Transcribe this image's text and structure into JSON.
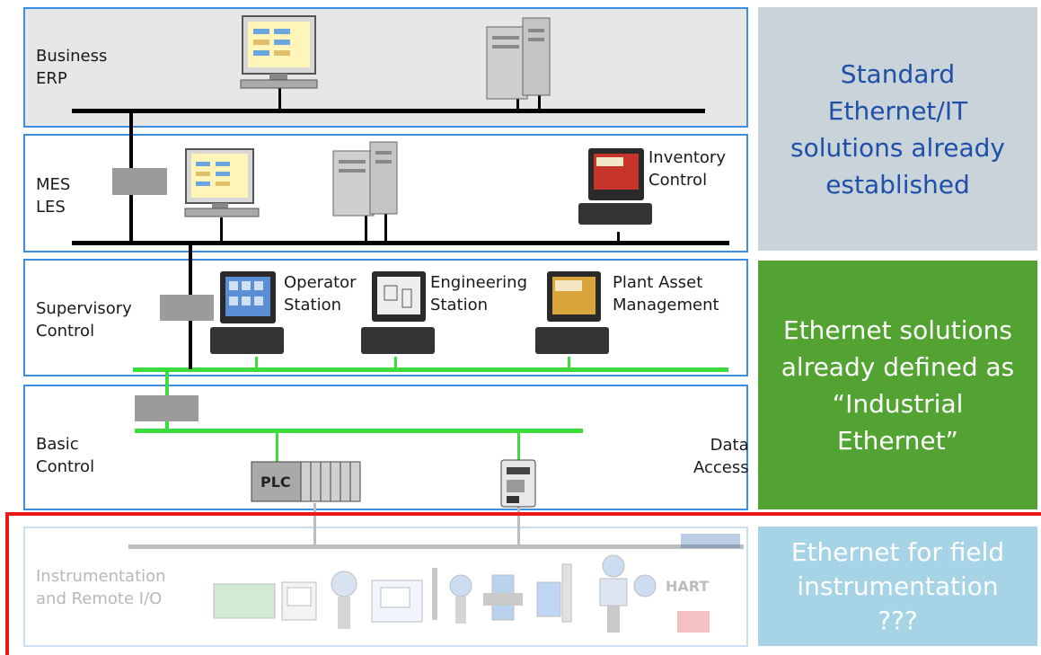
{
  "layers": {
    "business": {
      "label": "Business\nERP"
    },
    "mes": {
      "label": "MES\nLES",
      "device_label": "Inventory\nControl"
    },
    "supervisory": {
      "label": "Supervisory\nControl",
      "stations": [
        "Operator\nStation",
        "Engineering\nStation",
        "Plant Asset\nManagement"
      ]
    },
    "basic": {
      "label": "Basic\nControl",
      "plc_label": "PLC",
      "data_access_label": "Data\nAccess"
    },
    "instrumentation": {
      "label": "Instrumentation\nand Remote I/O",
      "hart_label": "HART"
    }
  },
  "side_panels": {
    "standard": {
      "text": "Standard\nEthernet/IT\nsolutions already\nestablished",
      "bg": "#c9d3da",
      "color": "#1f4fa8"
    },
    "industrial": {
      "text": "Ethernet solutions\nalready defined as\n“Industrial\nEthernet”",
      "bg": "#52a331",
      "color": "#ffffff"
    },
    "field": {
      "text": "Ethernet for field\ninstrumentation\n???",
      "bg": "#a6d4e6",
      "color": "#ffffff"
    }
  },
  "colors": {
    "layer_border": "#3b8ee0",
    "it_bus": "#000000",
    "industrial_bus": "#3ddc3d",
    "field_bus": "#bdbdbd",
    "highlight": "#e81919"
  }
}
